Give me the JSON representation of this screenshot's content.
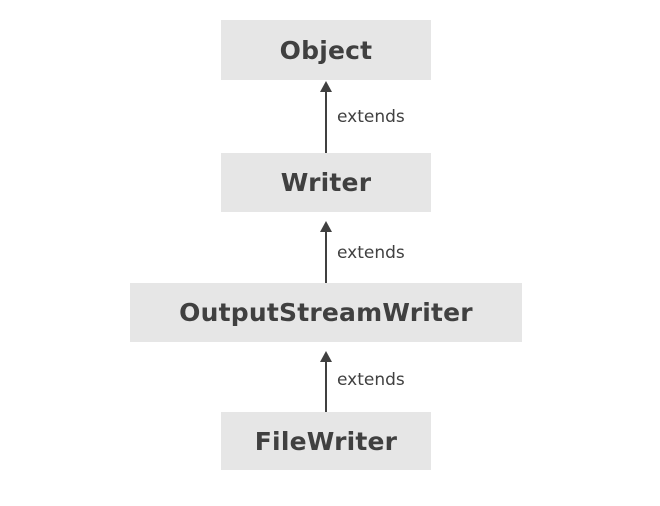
{
  "diagram": {
    "type": "class-hierarchy",
    "background_color": "#ffffff",
    "node_fill_color": "#e6e6e6",
    "text_color": "#404040",
    "edge_color": "#404040",
    "nodes": [
      {
        "id": "object",
        "label": "Object"
      },
      {
        "id": "writer",
        "label": "Writer"
      },
      {
        "id": "outputstreamwriter",
        "label": "OutputStreamWriter"
      },
      {
        "id": "filewriter",
        "label": "FileWriter"
      }
    ],
    "edges": [
      {
        "from": "writer",
        "to": "object",
        "label": "extends"
      },
      {
        "from": "outputstreamwriter",
        "to": "writer",
        "label": "extends"
      },
      {
        "from": "filewriter",
        "to": "outputstreamwriter",
        "label": "extends"
      }
    ]
  }
}
